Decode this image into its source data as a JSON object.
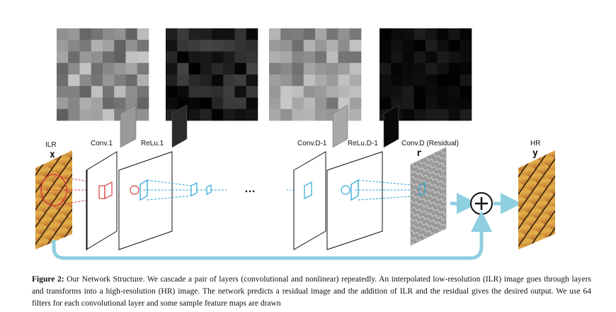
{
  "labels": {
    "ilr": "ILR",
    "x": "x",
    "conv1": "Conv.1",
    "relu1": "ReLu.1",
    "convD1": "Conv.D-1",
    "reluD1": "ReLu.D-1",
    "convD": "Conv.D (Residual)",
    "r": "r",
    "hr": "HR",
    "y": "y",
    "ellipsis": "…"
  },
  "caption": {
    "prefix": "Figure 2:",
    "text": "Our Network Structure. We cascade a pair of layers (convolutional and nonlinear) repeatedly. An interpolated low-resolution (ILR) image goes through layers and transforms into a high-resolution (HR) image. The network predicts a residual image and the addition of ILR and the residual gives the desired output. We use 64 filters for each convolutional layer and some sample feature maps are drawn"
  },
  "colors": {
    "accent_red": "#d63b3b",
    "accent_blue": "#2aa6d6",
    "arrow": "#8ecfe0"
  }
}
